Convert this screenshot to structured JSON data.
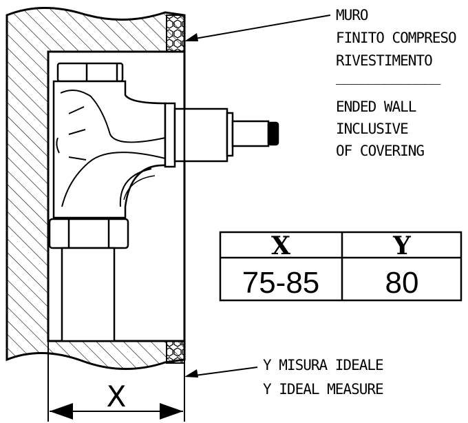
{
  "annotations": {
    "wall_it_line1": "MURO",
    "wall_it_line2": "FINITO COMPRESO",
    "wall_it_line3": "RIVESTIMENTO",
    "separator": "_____________",
    "wall_en_line1": "ENDED WALL",
    "wall_en_line2": "INCLUSIVE",
    "wall_en_line3": "OF COVERING",
    "measure_it": "Y MISURA IDEALE",
    "measure_en": "Y IDEAL MEASURE",
    "dimension_x": "X"
  },
  "table": {
    "headers": [
      "X",
      "Y"
    ],
    "values": [
      "75-85",
      "80"
    ]
  }
}
